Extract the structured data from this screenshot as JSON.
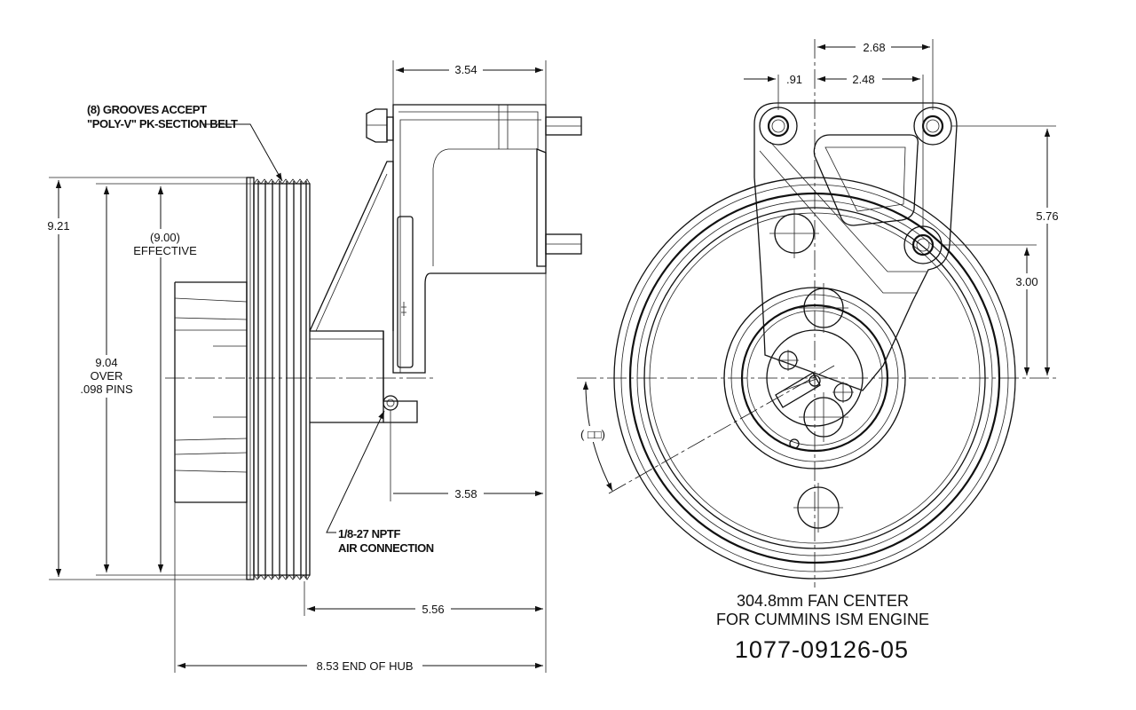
{
  "drawing": {
    "notes": {
      "grooves_line1": "(8) GROOVES ACCEPT",
      "grooves_line2": "\"POLY-V\" PK-SECTION BELT",
      "air_line1": "1/8-27 NPTF",
      "air_line2": "AIR CONNECTION"
    },
    "side_view_dims": {
      "overall_dia": "9.21",
      "effective_value": "(9.00)",
      "effective_label": "EFFECTIVE",
      "over_pins_value": "9.04",
      "over_pins_line2": "OVER",
      "over_pins_line3": ".098 PINS",
      "top_width": "3.54",
      "air_offset": "3.58",
      "pulley_to_back": "5.56",
      "end_of_hub": "8.53 END OF HUB"
    },
    "front_view_dims": {
      "bolt_span": "2.68",
      "left_offset": ".91",
      "inner_span": "2.48",
      "height_upper": "5.76",
      "height_lower": "3.00",
      "angle": "( □□)"
    },
    "caption": {
      "line1": "304.8mm FAN CENTER",
      "line2": "FOR CUMMINS ISM ENGINE",
      "part_number": "1077-09126-05"
    }
  }
}
